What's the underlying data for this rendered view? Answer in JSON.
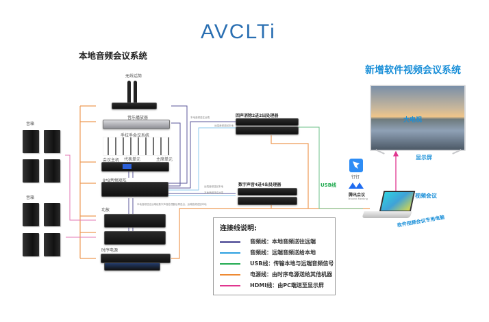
{
  "brand": {
    "logo_text": "AVCLTi"
  },
  "local_system": {
    "title": "本地音频会议系统",
    "devices": [
      {
        "key": "wireless_mic",
        "label": "无线话筒"
      },
      {
        "key": "music_player",
        "label": "音乐播放器"
      },
      {
        "key": "handheld_conf",
        "label": "手拉手会议系统"
      },
      {
        "key": "delegate_unit",
        "label": "代表单元"
      },
      {
        "key": "chairman_unit",
        "label": "主席单元"
      },
      {
        "key": "conf_host",
        "label": "会议主机"
      },
      {
        "key": "matrix",
        "label": "8*8音频矩阵"
      },
      {
        "key": "amplifier",
        "label": "功放"
      },
      {
        "key": "sequencer",
        "label": "时序电源"
      }
    ],
    "speakers": [
      {
        "label": "音箱"
      },
      {
        "label": "音箱"
      }
    ]
  },
  "middle_devices": [
    {
      "key": "echo_canceller",
      "label": "回声消除2进2出处理器",
      "note_top": "本地音频送往远端",
      "note_bottom": "远端音频送回本地"
    },
    {
      "key": "feedback_suppressor",
      "label": "数字声音4进4出处理器",
      "note_top": "远端音频送回本地",
      "note_bottom": "本地音频送往远端"
    }
  ],
  "matrix_note": "本地音频送往远端经数字声音处理器后再送出，远端音频送回本地",
  "usb_label": "USB线",
  "software_system": {
    "title": "新增软件视频会议系统",
    "tv_screen_text": "大电视",
    "display_label": "显示屏",
    "apps": [
      {
        "name": "钉钉",
        "icon": "dingtalk-icon"
      },
      {
        "name": "腾讯会议",
        "subname": "Tencent Meeting",
        "icon": "tencent-meeting-icon"
      }
    ],
    "video_conf_label": "视频会议",
    "pc_label": "软件视频会议专用电脑"
  },
  "legend": {
    "title": "连接线说明:",
    "items": [
      {
        "color": "#3d3a8c",
        "text": "音频线：本地音频送往远端"
      },
      {
        "color": "#2a9fe0",
        "text": "音频线：远端音频送给本地"
      },
      {
        "color": "#1faa4f",
        "text": "USB线：传输本地与远端音频信号"
      },
      {
        "color": "#ee8a33",
        "text": "电源线：由时序电源送给其他机器"
      },
      {
        "color": "#e0368f",
        "text": "HDMI线：由PC端送至显示屏"
      }
    ]
  }
}
